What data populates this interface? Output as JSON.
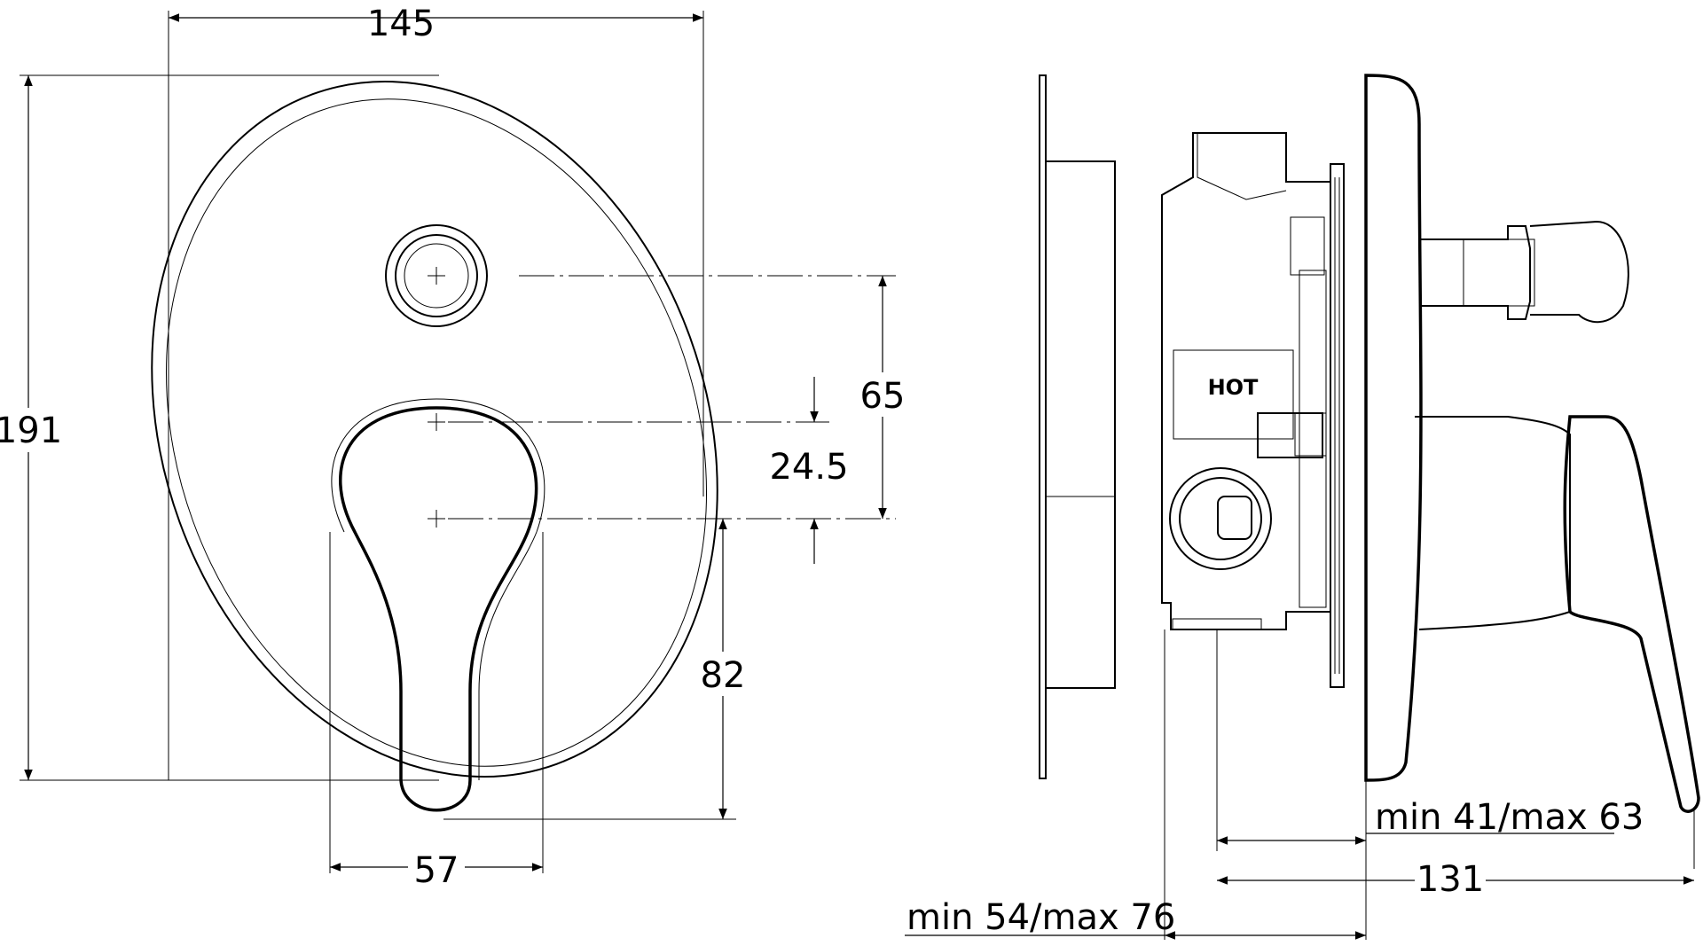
{
  "front_view": {
    "width": "145",
    "height": "191",
    "button_to_lever_axis": "65",
    "lever_axis_offset": "24.5",
    "lever_axis_to_lever_tip": "82",
    "lever_width": "57"
  },
  "side_view": {
    "label_hot": "HOT",
    "depth_range_inner": "min 41/max 63",
    "overall_depth": "131",
    "depth_range_outer": "min 54/max 76"
  }
}
